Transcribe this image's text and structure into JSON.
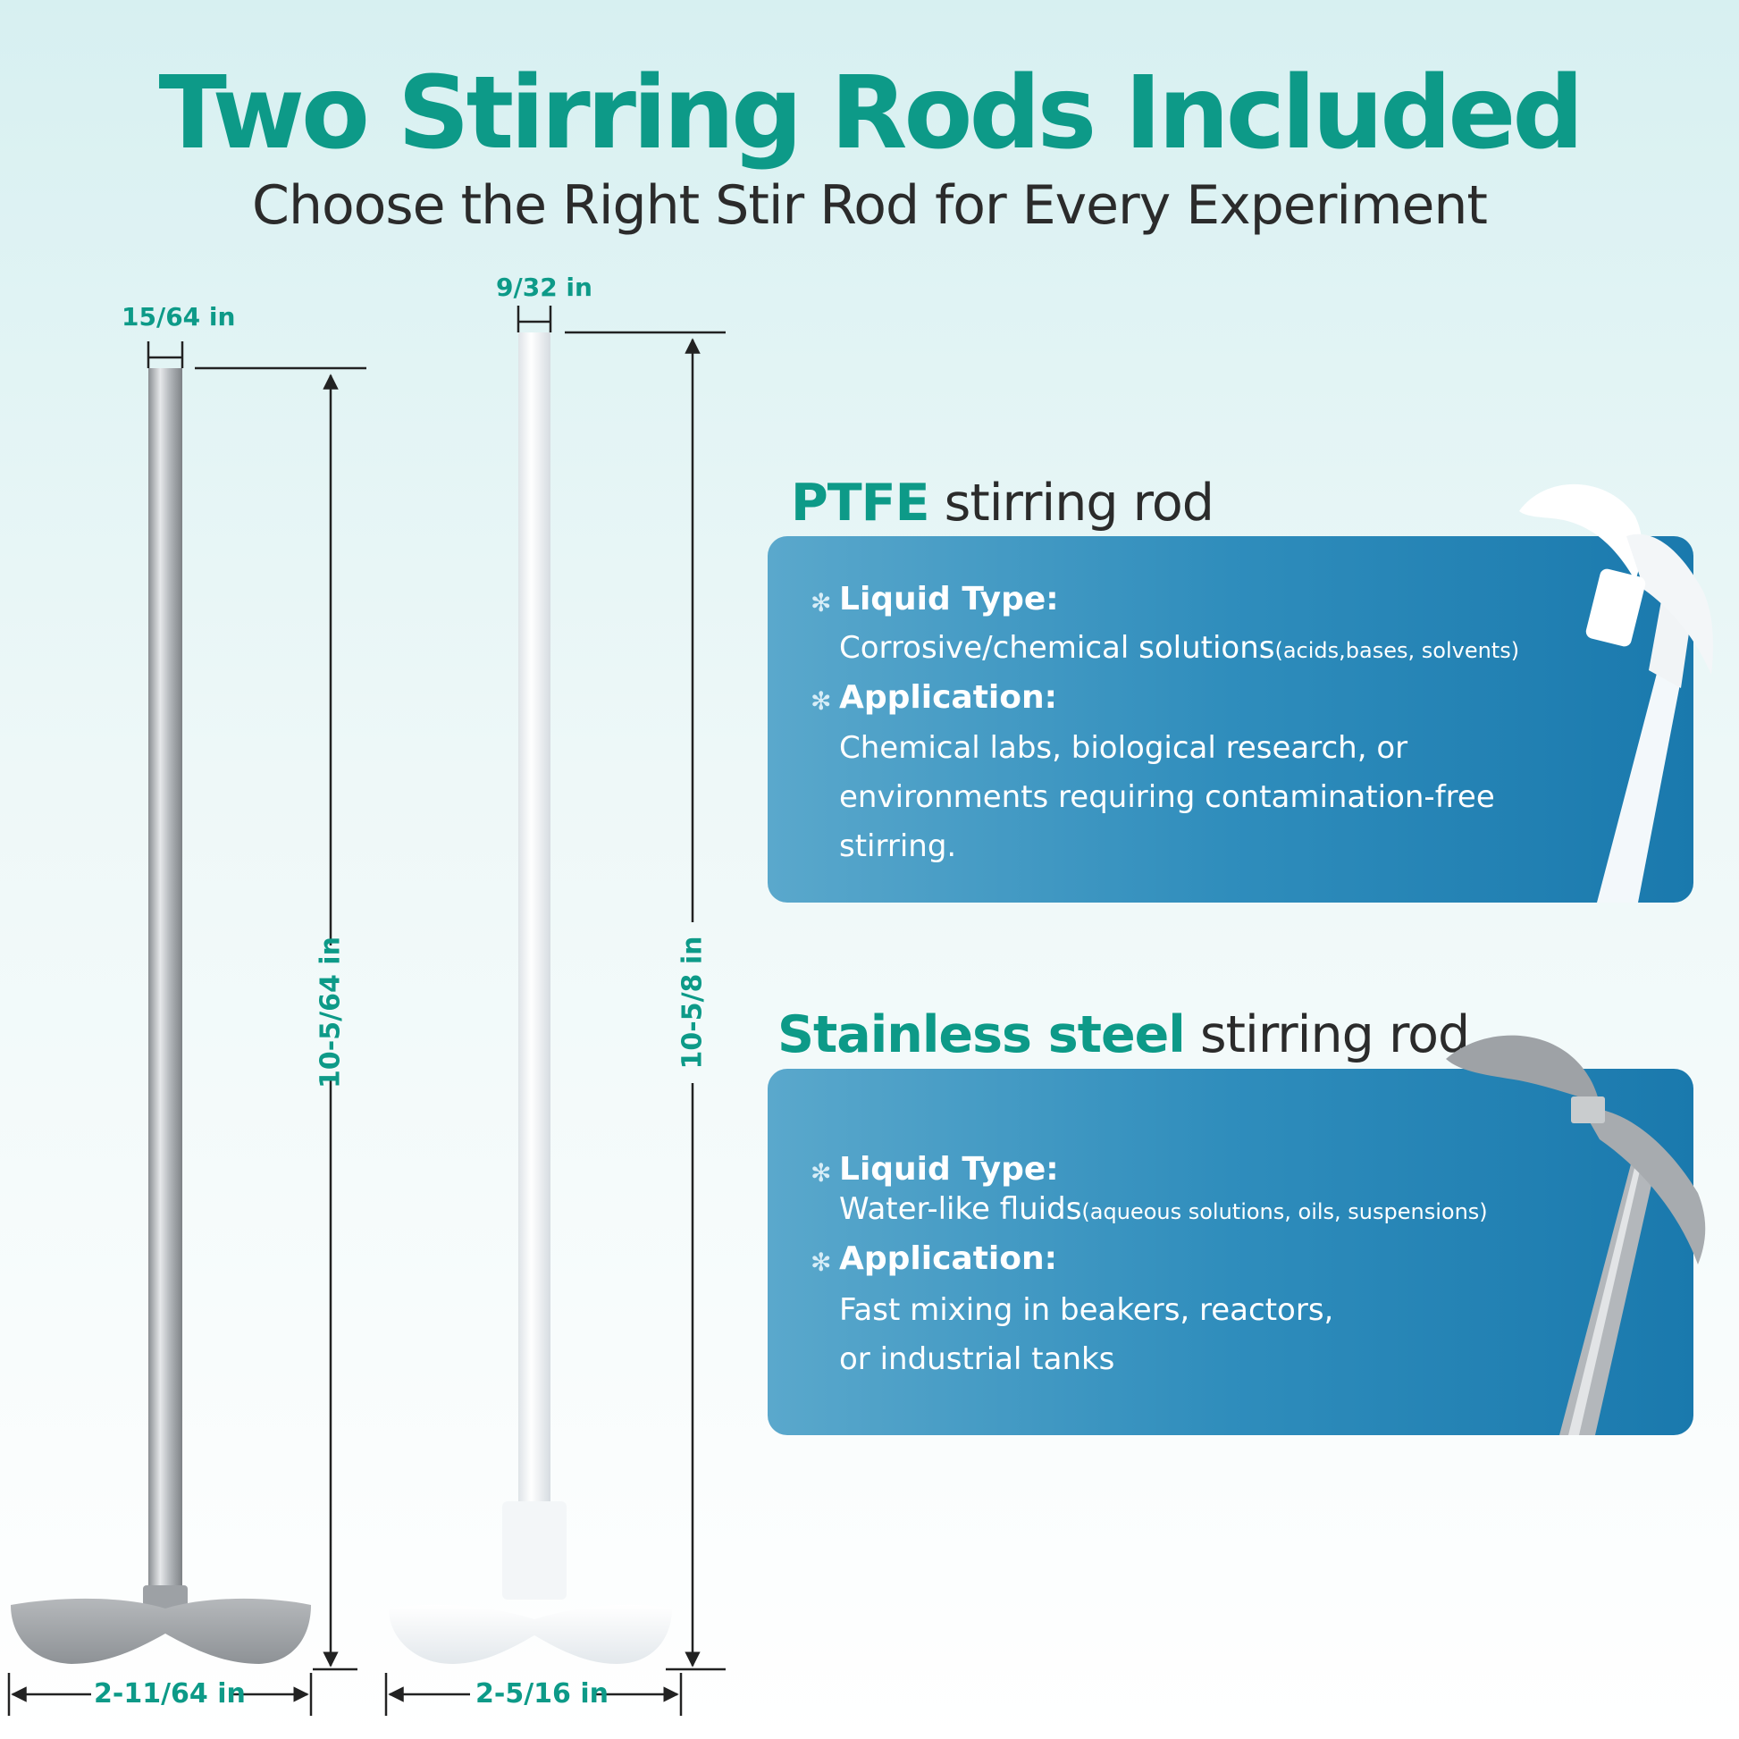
{
  "header": {
    "title": "Two  Stirring Rods Included",
    "subtitle": "Choose the Right Stir Rod for Every Experiment"
  },
  "dimensions": {
    "steel_rod_diameter": "15/64 in",
    "steel_rod_length": "10-5/64 in",
    "steel_paddle_width": "2-11/64 in",
    "ptfe_rod_diameter": "9/32 in",
    "ptfe_rod_length": "10-5/8 in",
    "ptfe_paddle_width": "2-5/16 in"
  },
  "ptfe_card": {
    "heading_highlight": "PTFE",
    "heading_rest": " stirring rod",
    "bullet_icon": "snowflake-bullet-icon",
    "liquid_label": "Liquid Type:",
    "liquid_value": "Corrosive/chemical solutions",
    "liquid_note": "(acids,bases, solvents)",
    "application_label": "Application:",
    "application_line1": "Chemical labs, biological research, or",
    "application_line2": "environments requiring contamination-free",
    "application_line3": "stirring."
  },
  "steel_card": {
    "heading_highlight": "Stainless steel",
    "heading_rest": " stirring rod",
    "liquid_label": "Liquid Type:",
    "liquid_value": "Water-like fluids",
    "liquid_note": "(aqueous solutions, oils, suspensions)",
    "application_label": "Application:",
    "application_line1": "Fast mixing in beakers, reactors,",
    "application_line2": "or industrial tanks"
  },
  "colors": {
    "accent": "#0d9a88",
    "card": "#2f8dbc",
    "text_dark": "#2b2b2b"
  }
}
